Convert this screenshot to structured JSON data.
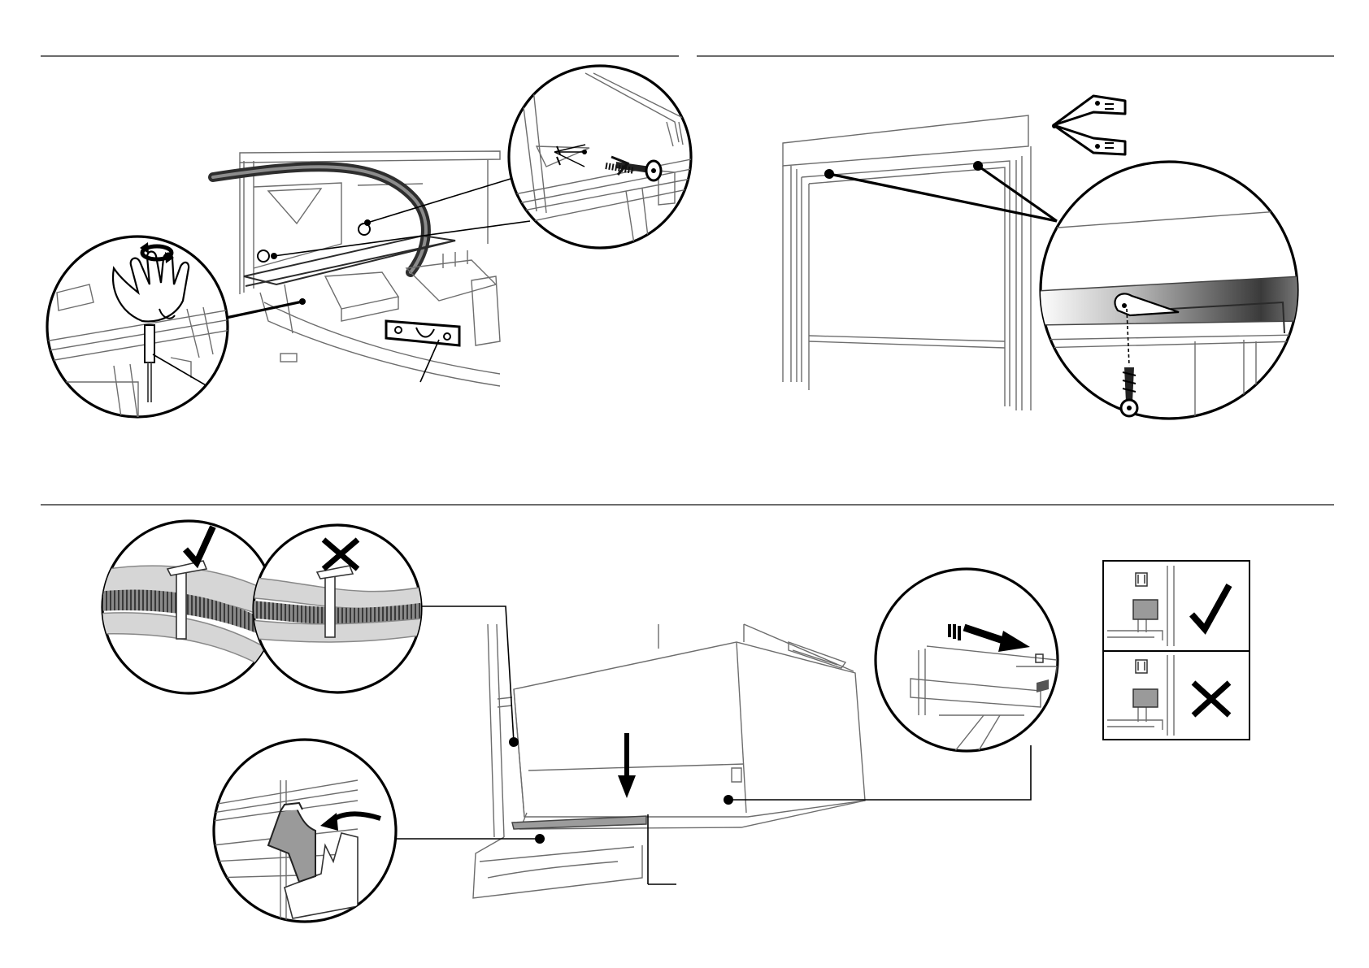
{
  "colors": {
    "line": "#000000",
    "outline": "#6d6d6d",
    "background": "#ffffff"
  },
  "panels": [
    {
      "id": "top-left",
      "icons": [
        "rotate-icon",
        "spirit-level-icon",
        "screw-icon",
        "arrow-right-icon"
      ]
    },
    {
      "id": "top-right",
      "icons": [
        "mounting-bracket-icon",
        "screw-icon"
      ]
    },
    {
      "id": "bottom",
      "icons": [
        "check-icon",
        "cross-icon",
        "arrow-down-icon",
        "arrow-right-icon",
        "curved-arrow-icon"
      ]
    }
  ]
}
